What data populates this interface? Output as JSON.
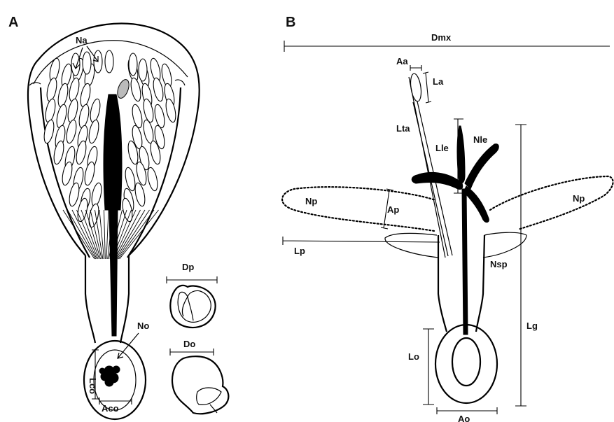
{
  "panels": {
    "a": "A",
    "b": "B"
  },
  "labels": {
    "na": "Na",
    "no": "No",
    "lco": "Lco",
    "aco": "Aco",
    "dp": "Dp",
    "do": "Do",
    "dmx": "Dmx",
    "aa": "Aa",
    "la": "La",
    "lta": "Lta",
    "lle": "Lle",
    "nle": "Nle",
    "np_left": "Np",
    "np_right": "Np",
    "ap": "Ap",
    "lp": "Lp",
    "nsp": "Nsp",
    "lg": "Lg",
    "lo": "Lo",
    "ao": "Ao"
  },
  "colors": {
    "ink": "#000000",
    "background": "#ffffff"
  }
}
